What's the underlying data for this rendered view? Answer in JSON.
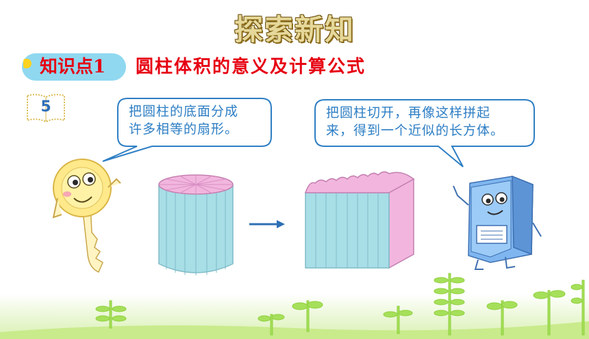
{
  "header": {
    "title": "探索新知"
  },
  "knowledge_point": {
    "label": "知识点1",
    "title": "圆柱体积的意义及计算公式"
  },
  "example": {
    "number": "5"
  },
  "bubble_left": {
    "line1": "把圆柱的底面分成",
    "line2": "许多相等的扇形。"
  },
  "bubble_right": {
    "line1": "把圆柱切开，再像这样拼起",
    "line2": "来，得到一个近似的长方体。"
  },
  "icons": [
    "key-character-icon",
    "book-character-icon",
    "arrow-right-icon",
    "sprout-icon",
    "notebook-icon"
  ],
  "colors": {
    "accent_red": "#e60012",
    "badge_blue": "#8fd8f0",
    "text_blue": "#2d7ec4",
    "cylinder": "#9fdbe3",
    "top": "#f0a8d8"
  }
}
